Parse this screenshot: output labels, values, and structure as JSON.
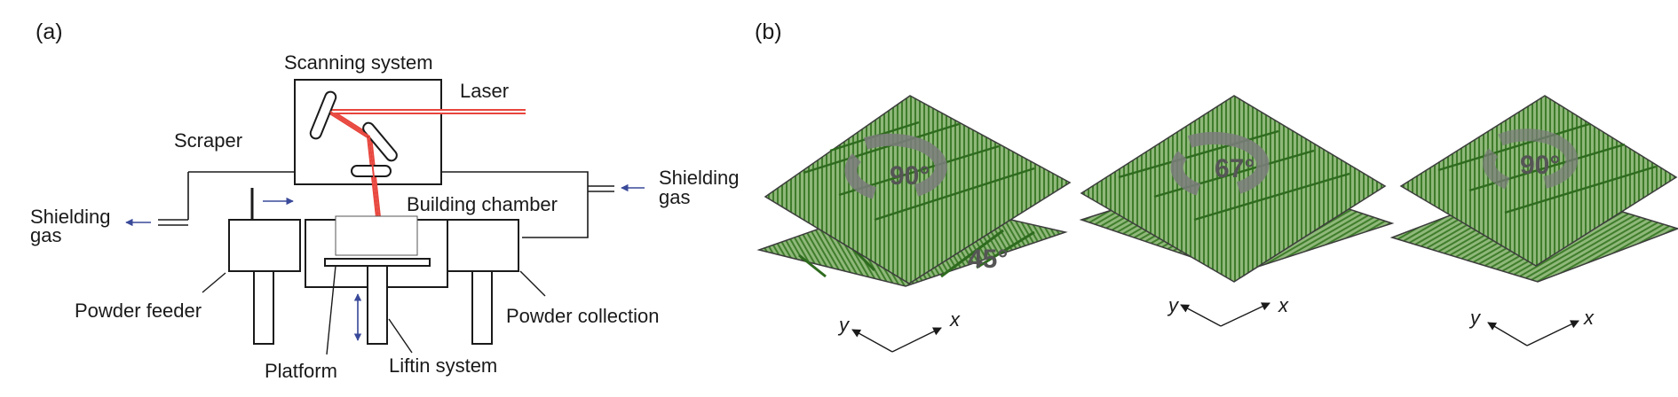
{
  "panel_a": {
    "label": "(a)",
    "scanning_system": "Scanning system",
    "laser": "Laser",
    "scraper": "Scraper",
    "shielding_gas_right": [
      "Shielding",
      "gas"
    ],
    "shielding_gas_left": [
      "Shielding",
      "gas"
    ],
    "building_chamber": "Building chamber",
    "powder_feeder": "Powder feeder",
    "powder_collection": "Powder collection",
    "platform": "Platform",
    "lifting_system": "Liftin system"
  },
  "panel_b": {
    "label": "(b)",
    "strategies": [
      {
        "rotation": "90°",
        "offset": "45°",
        "axis_x": "x",
        "axis_y": "y"
      },
      {
        "rotation": "67°",
        "axis_x": "x",
        "axis_y": "y"
      },
      {
        "rotation": "90°",
        "axis_x": "x",
        "axis_y": "y"
      }
    ]
  },
  "colors": {
    "laser": "#e8453c",
    "layer_fill": "#8fb87a",
    "scan_track": "#2e6b1e",
    "layer_border": "#3c3c3c",
    "rotation_arrow": "#8a8a8a",
    "gas_arrow": "#3a4a9a"
  }
}
